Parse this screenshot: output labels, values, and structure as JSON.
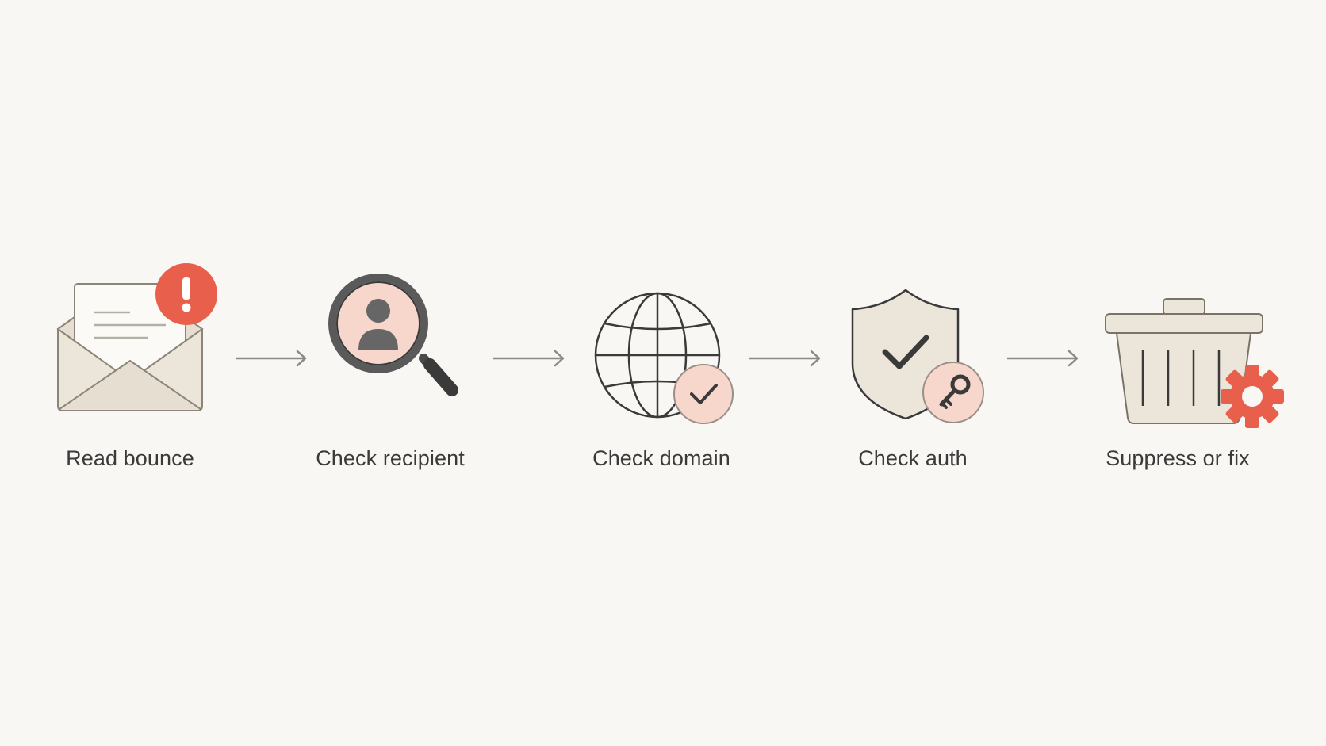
{
  "steps": [
    {
      "label": "Read bounce",
      "icon": "envelope-alert-icon"
    },
    {
      "label": "Check recipient",
      "icon": "user-search-icon"
    },
    {
      "label": "Check domain",
      "icon": "globe-check-icon"
    },
    {
      "label": "Check auth",
      "icon": "shield-key-icon"
    },
    {
      "label": "Suppress or fix",
      "icon": "trash-gear-icon"
    }
  ],
  "colors": {
    "background": "#f9f7f3",
    "accent": "#e8604c",
    "accent_soft": "#f7d6cb",
    "stroke": "#4a4a4a",
    "fill_beige": "#ece6da",
    "arrow": "#8a8a8a",
    "label_text": "#3a3a3a"
  }
}
